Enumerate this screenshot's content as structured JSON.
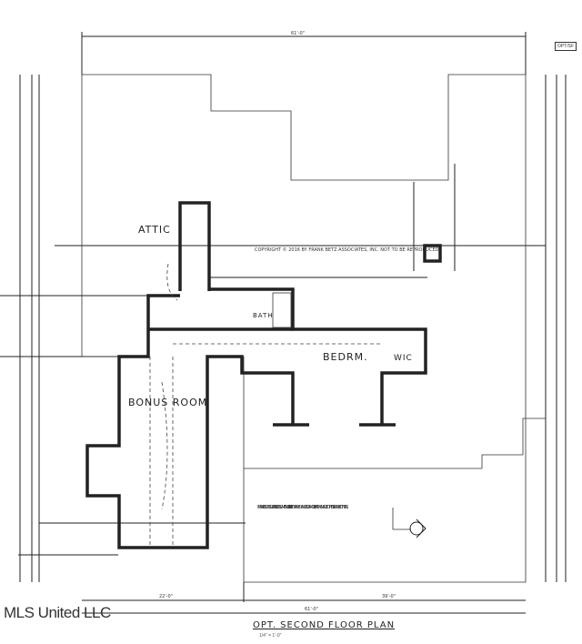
{
  "plan": {
    "title": "OPT. SECOND FLOOR PLAN",
    "scale": "1/4\" = 1'-0\"",
    "sheet_tag": "OPT/SF",
    "rooms": {
      "attic": "ATTIC",
      "bonus_room": "BONUS ROOM",
      "bath": "BATH",
      "bedroom": "BEDRM.",
      "wic": "WIC"
    },
    "dimensions": {
      "overall_top": "61'-0\"",
      "overall_bottom": "61'-0\"",
      "bottom_left": "22'-0\"",
      "bottom_right": "39'-0\""
    },
    "notes": {
      "copyright": "COPYRIGHT © 2016 BY FRANK BETZ ASSOCIATES, INC. NOT TO BE REPRODUCED",
      "liability": "FRANK BETZ ASSOCIATES, INC. ASSUMES NO LIABILITY FOR ANY CHANGES OR MODIFICATIONS MADE TO THESE PLANS BY OTHERS."
    }
  },
  "watermark": "MLS United LLC"
}
